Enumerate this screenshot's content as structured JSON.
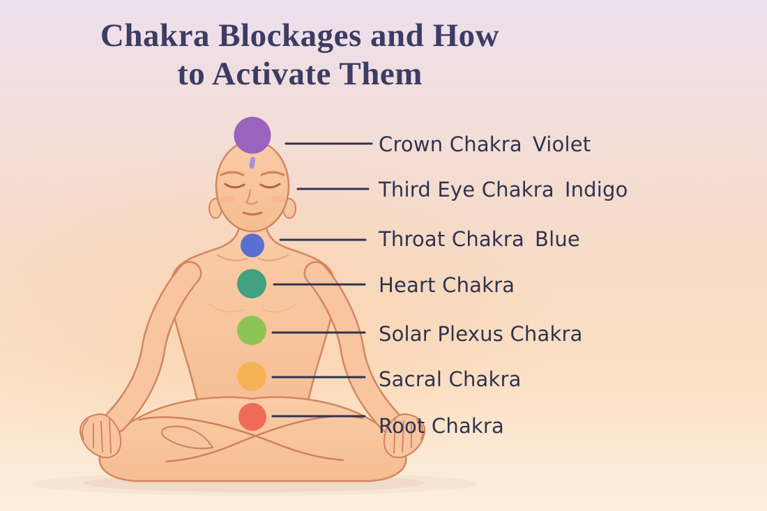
{
  "header": {
    "title_line1": "Chakra Blockages and How",
    "title_line2": "to Activate Them"
  },
  "illustration_alt": "Person meditating in lotus position with seven chakra points marked along the body",
  "chakras": [
    {
      "name": "Crown Chakra",
      "color_name": "Violet",
      "color": "#9a63be"
    },
    {
      "name": "Third Eye Chakra",
      "color_name": "Indigo",
      "color": "#ab8fd9"
    },
    {
      "name": "Throat Chakra",
      "color_name": "Blue",
      "color": "#5b6fd0"
    },
    {
      "name": "Heart Chakra",
      "color_name": "",
      "color": "#41a181"
    },
    {
      "name": "Solar Plexus Chakra",
      "color_name": "",
      "color": "#8cc456"
    },
    {
      "name": "Sacral Chakra",
      "color_name": "",
      "color": "#f5b355"
    },
    {
      "name": "Root Chakra",
      "color_name": "",
      "color": "#f06b55"
    }
  ],
  "colors": {
    "background_top": "#ece0ee",
    "background_mid": "#f8dcc7",
    "background_bottom": "#fdefe0",
    "title_text": "#3c3c64",
    "label_text": "#2e3450",
    "line": "#2e3450",
    "skin": "#f9c9a3",
    "skin_outline": "#d3855f"
  }
}
